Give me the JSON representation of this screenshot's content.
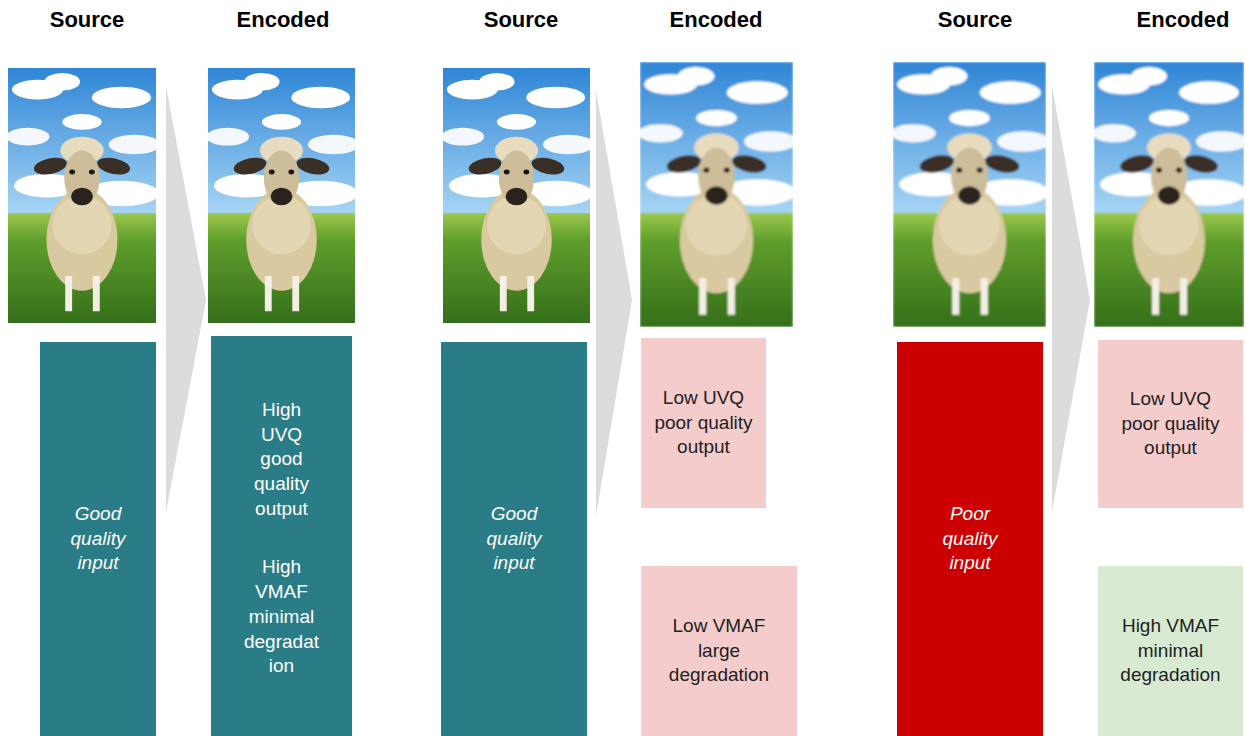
{
  "diagram": {
    "nodes": [
      {
        "text": [
          "Good quality input"
        ]
      },
      {
        "text": [
          "High UVQ good quality output",
          "High VMAF minimal degradation"
        ]
      },
      {
        "text": [
          "Good quality input"
        ]
      },
      {
        "text": [
          "Low UVQ poor quality output"
        ]
      },
      {
        "text": [
          "Low VMAF large degradation"
        ]
      },
      {
        "text": [
          "Poor quality input"
        ]
      },
      {
        "text": [
          "Low UVQ poor quality output"
        ]
      },
      {
        "text": [
          "High VMAF minimal degradation"
        ]
      }
    ],
    "labels": [
      "Source",
      "Encoded",
      "Source",
      "Encoded",
      "Source",
      "Encoded"
    ]
  }
}
